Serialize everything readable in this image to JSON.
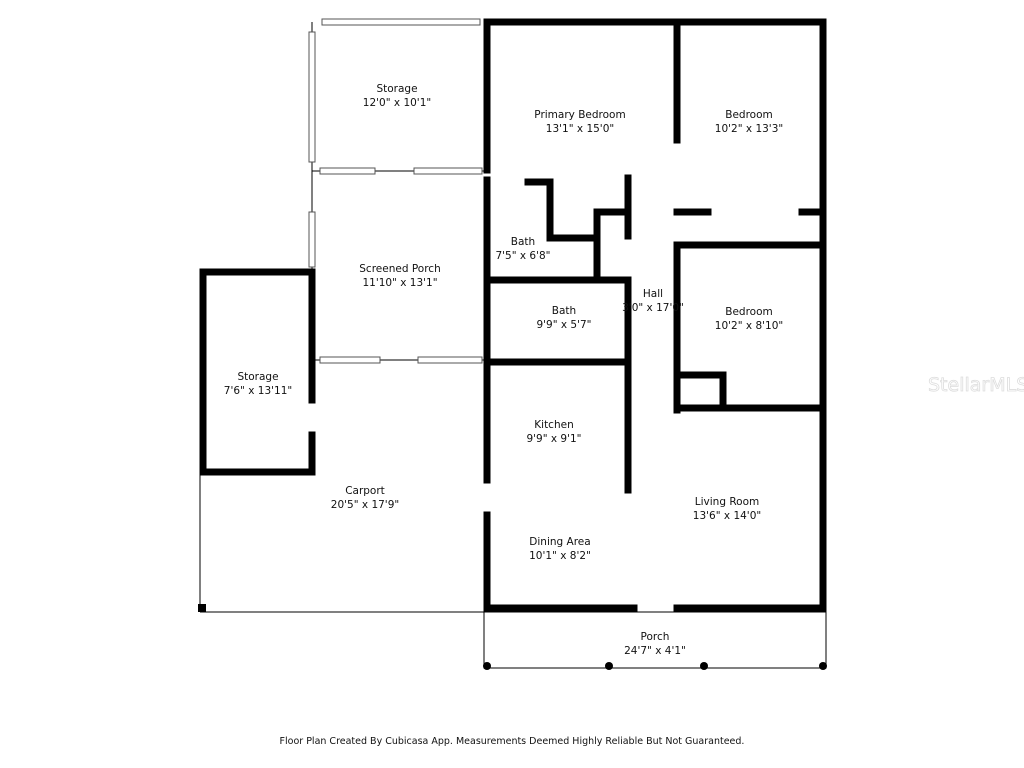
{
  "rooms": [
    {
      "name": "Storage",
      "dims": "12'0\" x 10'1\""
    },
    {
      "name": "Primary Bedroom",
      "dims": "13'1\" x 15'0\""
    },
    {
      "name": "Bedroom",
      "dims": "10'2\" x 13'3\""
    },
    {
      "name": "Screened Porch",
      "dims": "11'10\" x 13'1\""
    },
    {
      "name": "Bath",
      "dims": "7'5\" x 6'8\""
    },
    {
      "name": "Bath",
      "dims": "9'9\" x 5'7\""
    },
    {
      "name": "Hall",
      "dims": "3'0\" x 17'0\""
    },
    {
      "name": "Bedroom",
      "dims": "10'2\" x 8'10\""
    },
    {
      "name": "Storage",
      "dims": "7'6\" x 13'11\""
    },
    {
      "name": "Kitchen",
      "dims": "9'9\" x 9'1\""
    },
    {
      "name": "Carport",
      "dims": "20'5\" x 17'9\""
    },
    {
      "name": "Living Room",
      "dims": "13'6\" x 14'0\""
    },
    {
      "name": "Dining Area",
      "dims": "10'1\" x 8'2\""
    },
    {
      "name": "Porch",
      "dims": "24'7\" x 4'1\""
    }
  ],
  "watermark": "StellarMLS",
  "footer": "Floor Plan Created By Cubicasa App. Measurements Deemed Highly Reliable But Not Guaranteed."
}
